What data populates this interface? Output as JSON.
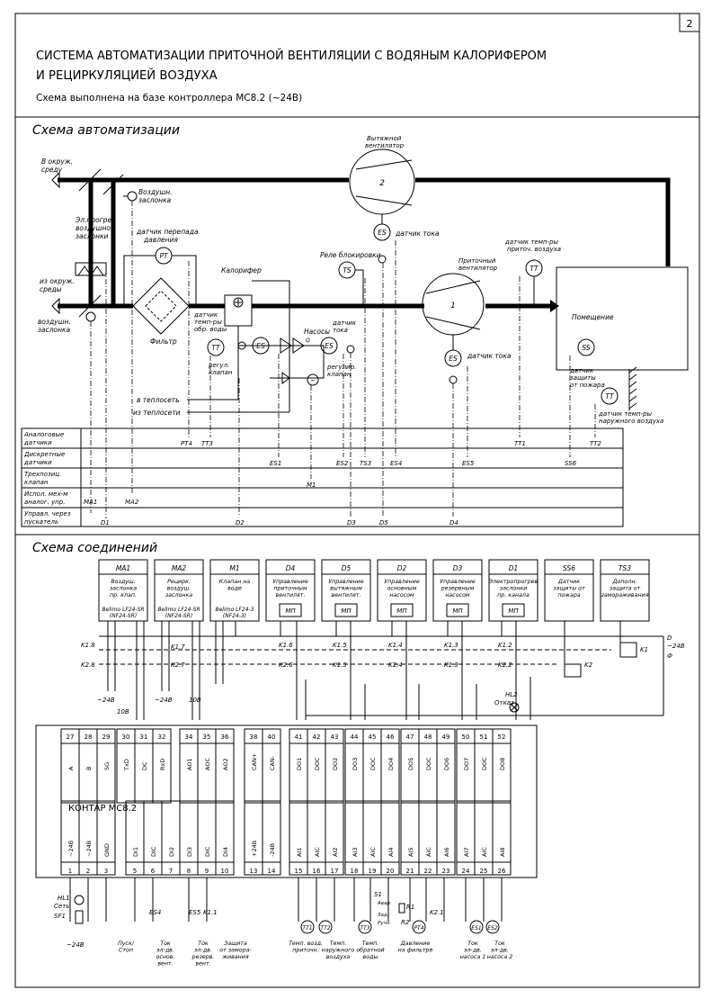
{
  "page_number": "2",
  "header": {
    "title_line1": "СИСТЕМА АВТОМАТИЗАЦИИ ПРИТОЧНОЙ ВЕНТИЛЯЦИИ С ВОДЯНЫМ КАЛОРИФЕРОМ",
    "title_line2": "И РЕЦИРКУЛЯЦИЕЙ ВОЗДУХА",
    "subtitle": "Схема выполнена на базе контроллера МС8.2 (~24В)"
  },
  "automation": {
    "section_title": "Схема автоматизации",
    "labels": {
      "to_outside": [
        "В окруж.",
        "среду"
      ],
      "exhaust_fan": [
        "Вытяжной",
        "вентилятор"
      ],
      "fan2": "2",
      "damper_sensor": [
        "Воздушн.",
        "заслонка"
      ],
      "heater_damper": [
        "Эл.прогрев",
        "воздушной",
        "заслонки"
      ],
      "pressure_sensor": [
        "датчик перепада",
        "давления"
      ],
      "pt": "PT",
      "relay": "Реле блокировки",
      "ts": "TS",
      "current_sensor_top": "датчик тока",
      "es": "ES",
      "heater": "Калорифер",
      "supply_fan": [
        "Приточный",
        "вентилятор"
      ],
      "fan1": "1",
      "temp_supply": [
        "датчик темп-ры",
        "приточ. воздуха"
      ],
      "tt": "TT",
      "room": "Помещение",
      "from_outside": [
        "из окруж.",
        "среды"
      ],
      "air_damper": [
        "воздушн.",
        "заслонка"
      ],
      "filter": "Фильтр",
      "water_temp": [
        "датчик",
        "темп-ры",
        "обр. воды"
      ],
      "reg_valve": [
        "регул.",
        "клапан"
      ],
      "pump": "Насосы",
      "pump_q": "Q",
      "current_sensor_pump": [
        "датчик",
        "тока"
      ],
      "reg_valve2": [
        "регулир.",
        "клапан"
      ],
      "current_sensor_right": "датчик тока",
      "frost": [
        "датчик",
        "защиты",
        "от пожара"
      ],
      "ss": "SS",
      "outdoor_temp": [
        "датчик темп-ры",
        "наружного воздуха"
      ],
      "to_heating": "в теплосеть",
      "from_heating": "из теплосети"
    },
    "table_rows": [
      [
        "Аналоговые",
        "датчики"
      ],
      [
        "Дискретные",
        "датчики"
      ],
      [
        "Трехпозиц.",
        "клапан"
      ],
      [
        "Испол. мех-м",
        "аналог. упр."
      ],
      [
        "Управл. через",
        "пускатель"
      ]
    ],
    "signal_tags": {
      "pt4": "PT4",
      "tt3": "TT3",
      "tt1": "TT1",
      "tt2": "TT2",
      "es1": "ES1",
      "es2": "ES2",
      "ts3": "TS3",
      "es4": "ES4",
      "es5": "ES5",
      "ss6": "SS6",
      "m1": "M1",
      "ma1": "MA1",
      "ma2": "MA2",
      "d1": "D1",
      "d2": "D2",
      "d3": "D3",
      "d4": "D4",
      "d5": "D5"
    }
  },
  "connections": {
    "section_title": "Схема соединений",
    "devices": [
      {
        "tag": "MA1",
        "lines": [
          "Воздуш.",
          "заслонка",
          "пр. клап."
        ],
        "model": [
          "Belimo LF24-SR",
          "(NF24-SR)"
        ]
      },
      {
        "tag": "MA2",
        "lines": [
          "Рецирк.",
          "воздуш.",
          "заслонка"
        ],
        "model": [
          "Belimo LF24-SR",
          "(NF24-SR)"
        ]
      },
      {
        "tag": "M1",
        "lines": [
          "Клапан на",
          "воде"
        ],
        "model": [
          "Belimo LF24-3",
          "(NF24-3)"
        ]
      },
      {
        "tag": "D4",
        "lines": [
          "Управление",
          "приточным",
          "вентилят."
        ],
        "box": "МП"
      },
      {
        "tag": "D5",
        "lines": [
          "Управление",
          "вытяжным",
          "вентилят."
        ],
        "box": "МП"
      },
      {
        "tag": "D2",
        "lines": [
          "Управление",
          "основным",
          "насосом"
        ],
        "box": "МП"
      },
      {
        "tag": "D3",
        "lines": [
          "Управление",
          "резервным",
          "насосом"
        ],
        "box": "МП"
      },
      {
        "tag": "D1",
        "lines": [
          "Электропрогрев",
          "заслонки",
          "пр. канала"
        ],
        "box": "МП"
      },
      {
        "tag": "SS6",
        "lines": [
          "Датчик",
          "защиты от",
          "пожара"
        ]
      },
      {
        "tag": "TS3",
        "lines": [
          "Дополн.",
          "защита от",
          "замораживания"
        ]
      }
    ],
    "relays": {
      "k18": "K1.8",
      "k28": "K2.8",
      "k17": "K1.7",
      "k27": "K2.7",
      "k16": "K1.6",
      "k26": "K2.6",
      "k15": "K1.5",
      "k15b": "K1.5",
      "k14": "K1.4",
      "k24": "K2.4",
      "k13": "K1.3",
      "k13b": "K1.3",
      "k12": "K1.2",
      "k22": "K2.2",
      "k1": "K1",
      "k2": "K2",
      "hl2": "HL2",
      "otkaz": "Отказ",
      "v24a": "~24В",
      "v24b": "~24В",
      "v24c": "~24В",
      "v10a": "10В",
      "v10b": "10В",
      "d": "D",
      "f": "Ф"
    },
    "controller": {
      "name": "КОНТАР МС8.2",
      "top_numbers": [
        "27",
        "28",
        "29",
        "30",
        "31",
        "32",
        "34",
        "35",
        "36",
        "38",
        "40",
        "41",
        "42",
        "43",
        "44",
        "45",
        "46",
        "47",
        "48",
        "49",
        "50",
        "51",
        "52"
      ],
      "top_signals": [
        "A",
        "B",
        "SG",
        "TxD",
        "DC",
        "RxD",
        "AO1",
        "AOC",
        "AO2",
        "CAN+",
        "CAN-",
        "DO1",
        "DOC",
        "DO2",
        "DO3",
        "DOC",
        "DO4",
        "DO5",
        "DOC",
        "DO6",
        "DO7",
        "DOC",
        "DO8"
      ],
      "bottom_numbers": [
        "1",
        "2",
        "3",
        "5",
        "6",
        "7",
        "8",
        "9",
        "10",
        "13",
        "14",
        "15",
        "16",
        "17",
        "18",
        "19",
        "20",
        "21",
        "22",
        "23",
        "24",
        "25",
        "26"
      ],
      "bottom_signals": [
        "~24B",
        "~24B",
        "GND",
        "DI1",
        "DIC",
        "DI2",
        "DI3",
        "DIC",
        "DI4",
        "+24B",
        "-24B",
        "AI1",
        "AIC",
        "AI2",
        "AI3",
        "AIC",
        "AI4",
        "AI5",
        "AIC",
        "AI6",
        "AI7",
        "AIC",
        "AI8"
      ]
    },
    "bottom_labels": {
      "hl1": "HL1",
      "set": "Сеть",
      "sf1": "SF1",
      "v24": "~24В",
      "es4": "ES4",
      "es5": "ES5",
      "k11": "K1.1",
      "s1": "S1",
      "r1": "R1",
      "r2": "R2",
      "k21": "K2.1",
      "avar": "Авар.",
      "zad": "Зад.",
      "ruchn": "Ручн.",
      "tt1": "TT1",
      "tt2": "TT2",
      "tt3": "TT3",
      "pt4": "PT4",
      "es1": "ES1",
      "es2": "ES2",
      "captions": [
        [
          "Пуск/",
          "Стоп"
        ],
        [
          "Ток",
          "эл-дв.",
          "основ.",
          "вент."
        ],
        [
          "Ток",
          "эл-дв.",
          "резерв.",
          "вент."
        ],
        [
          "Защита",
          "от замора-",
          "живания"
        ],
        [
          "Темп. возд.",
          "приточн."
        ],
        [
          "Темп.",
          "наружного",
          "воздуха"
        ],
        [
          "Темп.",
          "обратной",
          "воды"
        ],
        [
          "Давление",
          "на фильтре"
        ],
        [
          "Ток",
          "эл-дв.",
          "насоса 1"
        ],
        [
          "Ток",
          "эл-дв.",
          "насоса 2"
        ]
      ]
    }
  }
}
